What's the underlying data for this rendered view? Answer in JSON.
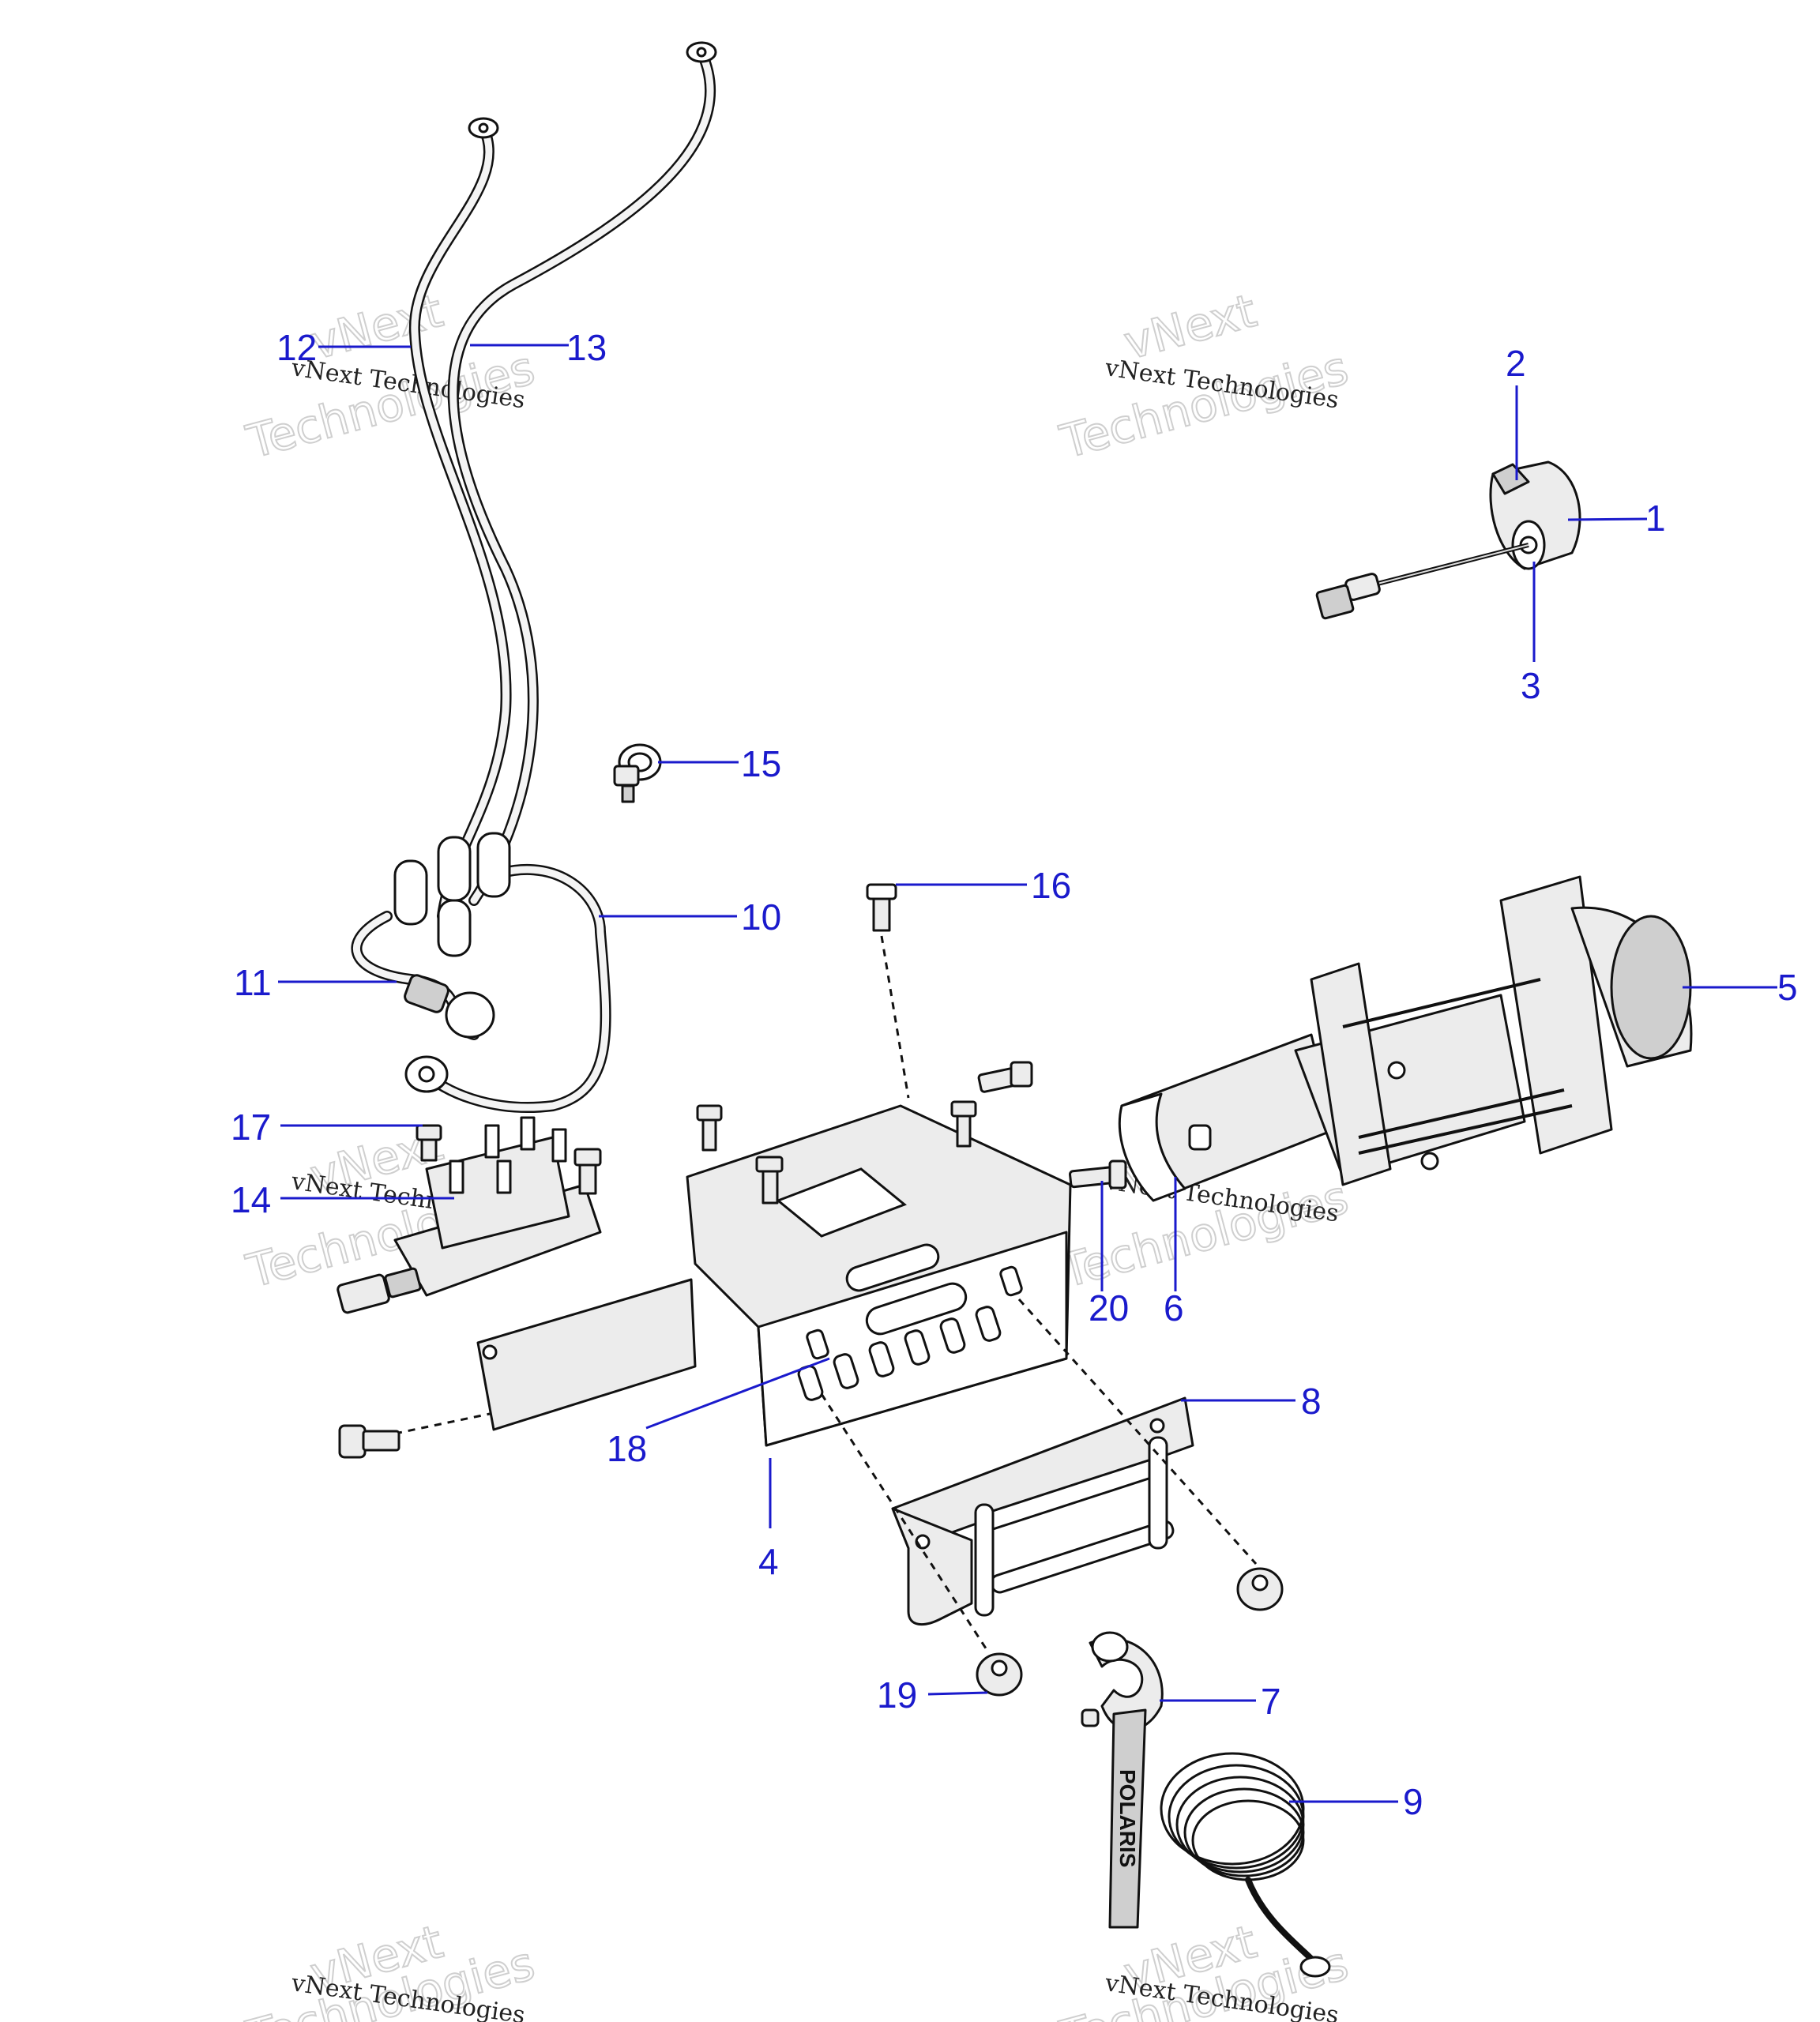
{
  "watermark": {
    "small": "vNext Technologies",
    "big_top": "vNext",
    "big_bottom": "Technologies"
  },
  "callouts": [
    {
      "label": "1"
    },
    {
      "label": "2"
    },
    {
      "label": "3"
    },
    {
      "label": "4"
    },
    {
      "label": "5"
    },
    {
      "label": "6"
    },
    {
      "label": "7"
    },
    {
      "label": "8"
    },
    {
      "label": "9"
    },
    {
      "label": "10"
    },
    {
      "label": "11"
    },
    {
      "label": "12"
    },
    {
      "label": "13"
    },
    {
      "label": "14"
    },
    {
      "label": "15"
    },
    {
      "label": "16"
    },
    {
      "label": "17"
    },
    {
      "label": "18"
    },
    {
      "label": "19"
    },
    {
      "label": "20"
    }
  ],
  "strap_brand": "POLARIS",
  "colors": {
    "callout": "#1a1acc",
    "line": "#111111",
    "part_fill": "#ececec"
  }
}
